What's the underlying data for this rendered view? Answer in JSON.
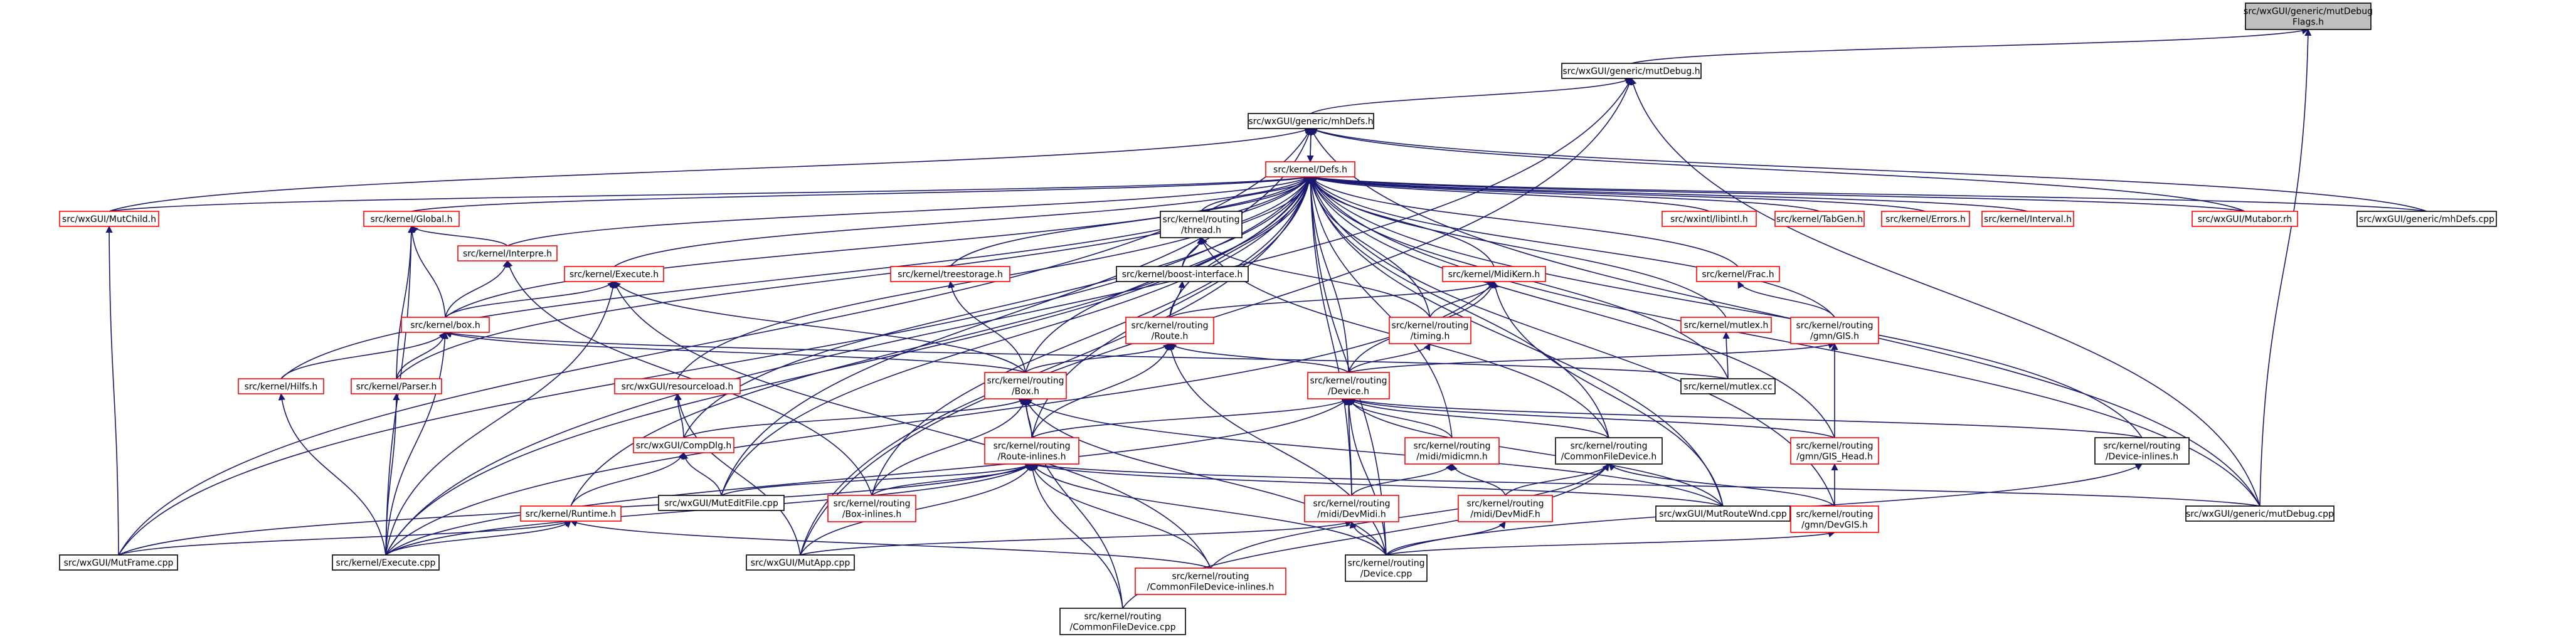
{
  "colors": {
    "edge": "#191970",
    "border_default": "#000000",
    "border_missing": "#ff0000",
    "fill_default": "#ffffff",
    "fill_focus": "#bfbfbf"
  },
  "nodes": [
    {
      "id": "n0",
      "lines": [
        "src/wxGUI/generic/mutDebug",
        "Flags.h"
      ],
      "style": "focus"
    },
    {
      "id": "n1",
      "lines": [
        "src/wxGUI/generic/mutDebug.h"
      ],
      "style": "normal"
    },
    {
      "id": "n2",
      "lines": [
        "src/wxGUI/generic/mhDefs.h"
      ],
      "style": "normal"
    },
    {
      "id": "n3",
      "lines": [
        "src/kernel/Defs.h"
      ],
      "style": "missing"
    },
    {
      "id": "n4",
      "lines": [
        "src/wxGUI/MutChild.h"
      ],
      "style": "missing"
    },
    {
      "id": "n5",
      "lines": [
        "src/kernel/Global.h"
      ],
      "style": "missing"
    },
    {
      "id": "n6",
      "lines": [
        "src/kernel/Interpre.h"
      ],
      "style": "missing"
    },
    {
      "id": "n7",
      "lines": [
        "src/kernel/Execute.h"
      ],
      "style": "missing"
    },
    {
      "id": "n8",
      "lines": [
        "src/kernel/box.h"
      ],
      "style": "missing"
    },
    {
      "id": "n9",
      "lines": [
        "src/kernel/Hilfs.h"
      ],
      "style": "missing"
    },
    {
      "id": "n10",
      "lines": [
        "src/kernel/Parser.h"
      ],
      "style": "missing"
    },
    {
      "id": "n11",
      "lines": [
        "src/wxGUI/resourceload.h"
      ],
      "style": "missing"
    },
    {
      "id": "n12",
      "lines": [
        "src/wxGUI/CompDlg.h"
      ],
      "style": "missing"
    },
    {
      "id": "n13",
      "lines": [
        "src/kernel/Runtime.h"
      ],
      "style": "missing"
    },
    {
      "id": "n14",
      "lines": [
        "src/wxGUI/MutFrame.cpp"
      ],
      "style": "normal"
    },
    {
      "id": "n15",
      "lines": [
        "src/kernel/Execute.cpp"
      ],
      "style": "normal"
    },
    {
      "id": "n16",
      "lines": [
        "src/kernel/treestorage.h"
      ],
      "style": "missing"
    },
    {
      "id": "n17",
      "lines": [
        "src/kernel/routing",
        "/thread.h"
      ],
      "style": "normal"
    },
    {
      "id": "n18",
      "lines": [
        "src/kernel/boost-interface.h"
      ],
      "style": "normal"
    },
    {
      "id": "n19",
      "lines": [
        "src/kernel/routing",
        "/Route.h"
      ],
      "style": "missing"
    },
    {
      "id": "n20",
      "lines": [
        "src/kernel/routing",
        "/Box.h"
      ],
      "style": "missing"
    },
    {
      "id": "n21",
      "lines": [
        "src/kernel/routing",
        "/Route-inlines.h"
      ],
      "style": "missing"
    },
    {
      "id": "n22",
      "lines": [
        "src/kernel/routing",
        "/Box-inlines.h"
      ],
      "style": "missing"
    },
    {
      "id": "n23",
      "lines": [
        "src/wxGUI/MutEditFile.cpp"
      ],
      "style": "normal"
    },
    {
      "id": "n24",
      "lines": [
        "src/wxGUI/MutApp.cpp"
      ],
      "style": "normal"
    },
    {
      "id": "n25",
      "lines": [
        "src/kernel/routing",
        "/CommonFileDevice-inlines.h"
      ],
      "style": "missing"
    },
    {
      "id": "n26",
      "lines": [
        "src/kernel/routing",
        "/CommonFileDevice.cpp"
      ],
      "style": "normal"
    },
    {
      "id": "n27",
      "lines": [
        "src/kernel/MidiKern.h"
      ],
      "style": "missing"
    },
    {
      "id": "n28",
      "lines": [
        "src/kernel/routing",
        "/timing.h"
      ],
      "style": "missing"
    },
    {
      "id": "n29",
      "lines": [
        "src/kernel/routing",
        "/Device.h"
      ],
      "style": "missing"
    },
    {
      "id": "n30",
      "lines": [
        "src/kernel/routing",
        "/midi/midicmn.h"
      ],
      "style": "missing"
    },
    {
      "id": "n31",
      "lines": [
        "src/kernel/routing",
        "/midi/DevMidi.h"
      ],
      "style": "missing"
    },
    {
      "id": "n32",
      "lines": [
        "src/kernel/routing",
        "/midi/DevMidF.h"
      ],
      "style": "missing"
    },
    {
      "id": "n33",
      "lines": [
        "src/kernel/routing",
        "/Device.cpp"
      ],
      "style": "normal"
    },
    {
      "id": "n34",
      "lines": [
        "src/kernel/routing",
        "/CommonFileDevice.h"
      ],
      "style": "normal"
    },
    {
      "id": "n35",
      "lines": [
        "src/wxGUI/MutRouteWnd.cpp"
      ],
      "style": "normal"
    },
    {
      "id": "n36",
      "lines": [
        "src/kernel/routing",
        "/gmn/DevGIS.h"
      ],
      "style": "missing"
    },
    {
      "id": "n37",
      "lines": [
        "src/kernel/routing",
        "/gmn/GIS_Head.h"
      ],
      "style": "missing"
    },
    {
      "id": "n38",
      "lines": [
        "src/kernel/routing",
        "/gmn/GIS.h"
      ],
      "style": "missing"
    },
    {
      "id": "n39",
      "lines": [
        "src/kernel/Frac.h"
      ],
      "style": "missing"
    },
    {
      "id": "n40",
      "lines": [
        "src/kernel/mutlex.h"
      ],
      "style": "missing"
    },
    {
      "id": "n41",
      "lines": [
        "src/kernel/mutlex.cc"
      ],
      "style": "normal"
    },
    {
      "id": "n42",
      "lines": [
        "src/kernel/routing",
        "/Device-inlines.h"
      ],
      "style": "normal"
    },
    {
      "id": "n43",
      "lines": [
        "src/wxGUI/generic/mutDebug.cpp"
      ],
      "style": "normal"
    },
    {
      "id": "n44",
      "lines": [
        "src/wxintl/libintl.h"
      ],
      "style": "missing"
    },
    {
      "id": "n45",
      "lines": [
        "src/kernel/TabGen.h"
      ],
      "style": "missing"
    },
    {
      "id": "n46",
      "lines": [
        "src/kernel/Errors.h"
      ],
      "style": "missing"
    },
    {
      "id": "n47",
      "lines": [
        "src/kernel/Interval.h"
      ],
      "style": "missing"
    },
    {
      "id": "n48",
      "lines": [
        "src/wxGUI/Mutabor.rh"
      ],
      "style": "missing"
    },
    {
      "id": "n49",
      "lines": [
        "src/wxGUI/generic/mhDefs.cpp"
      ],
      "style": "normal"
    }
  ],
  "edges": [
    [
      "n1",
      "n0"
    ],
    [
      "n43",
      "n0"
    ],
    [
      "n2",
      "n1"
    ],
    [
      "n15",
      "n1"
    ],
    [
      "n24",
      "n1"
    ],
    [
      "n43",
      "n1"
    ],
    [
      "n3",
      "n2"
    ],
    [
      "n4",
      "n2"
    ],
    [
      "n14",
      "n2"
    ],
    [
      "n23",
      "n2"
    ],
    [
      "n48",
      "n2"
    ],
    [
      "n49",
      "n2"
    ],
    [
      "n43",
      "n2"
    ],
    [
      "n2",
      "n3"
    ],
    [
      "n4",
      "n3"
    ],
    [
      "n5",
      "n3"
    ],
    [
      "n6",
      "n3"
    ],
    [
      "n7",
      "n3"
    ],
    [
      "n8",
      "n3"
    ],
    [
      "n9",
      "n3"
    ],
    [
      "n10",
      "n3"
    ],
    [
      "n11",
      "n3"
    ],
    [
      "n12",
      "n3"
    ],
    [
      "n13",
      "n3"
    ],
    [
      "n14",
      "n3"
    ],
    [
      "n15",
      "n3"
    ],
    [
      "n16",
      "n3"
    ],
    [
      "n17",
      "n3"
    ],
    [
      "n18",
      "n3"
    ],
    [
      "n19",
      "n3"
    ],
    [
      "n20",
      "n3"
    ],
    [
      "n21",
      "n3"
    ],
    [
      "n22",
      "n3"
    ],
    [
      "n23",
      "n3"
    ],
    [
      "n24",
      "n3"
    ],
    [
      "n27",
      "n3"
    ],
    [
      "n28",
      "n3"
    ],
    [
      "n29",
      "n3"
    ],
    [
      "n30",
      "n3"
    ],
    [
      "n31",
      "n3"
    ],
    [
      "n33",
      "n3"
    ],
    [
      "n35",
      "n3"
    ],
    [
      "n36",
      "n3"
    ],
    [
      "n37",
      "n3"
    ],
    [
      "n38",
      "n3"
    ],
    [
      "n39",
      "n3"
    ],
    [
      "n40",
      "n3"
    ],
    [
      "n41",
      "n3"
    ],
    [
      "n42",
      "n3"
    ],
    [
      "n44",
      "n3"
    ],
    [
      "n45",
      "n3"
    ],
    [
      "n46",
      "n3"
    ],
    [
      "n47",
      "n3"
    ],
    [
      "n48",
      "n3"
    ],
    [
      "n49",
      "n3"
    ],
    [
      "n43",
      "n3"
    ],
    [
      "n34",
      "n3"
    ],
    [
      "n14",
      "n4"
    ],
    [
      "n6",
      "n5"
    ],
    [
      "n8",
      "n5"
    ],
    [
      "n10",
      "n5"
    ],
    [
      "n15",
      "n5"
    ],
    [
      "n8",
      "n6"
    ],
    [
      "n22",
      "n6"
    ],
    [
      "n8",
      "n7"
    ],
    [
      "n15",
      "n7"
    ],
    [
      "n20",
      "n7"
    ],
    [
      "n25",
      "n7"
    ],
    [
      "n9",
      "n8"
    ],
    [
      "n10",
      "n8"
    ],
    [
      "n15",
      "n8"
    ],
    [
      "n20",
      "n8"
    ],
    [
      "n41",
      "n8"
    ],
    [
      "n15",
      "n9"
    ],
    [
      "n15",
      "n10"
    ],
    [
      "n12",
      "n11"
    ],
    [
      "n24",
      "n11"
    ],
    [
      "n13",
      "n12"
    ],
    [
      "n23",
      "n12"
    ],
    [
      "n14",
      "n13"
    ],
    [
      "n15",
      "n13"
    ],
    [
      "n25",
      "n13"
    ],
    [
      "n20",
      "n16"
    ],
    [
      "n18",
      "n17"
    ],
    [
      "n28",
      "n17"
    ],
    [
      "n34",
      "n17"
    ],
    [
      "n19",
      "n18"
    ],
    [
      "n20",
      "n19"
    ],
    [
      "n29",
      "n19"
    ],
    [
      "n21",
      "n19"
    ],
    [
      "n33",
      "n19"
    ],
    [
      "n21",
      "n20"
    ],
    [
      "n22",
      "n20"
    ],
    [
      "n12",
      "n20"
    ],
    [
      "n33",
      "n20"
    ],
    [
      "n35",
      "n20"
    ],
    [
      "n26",
      "n20"
    ],
    [
      "n22",
      "n21"
    ],
    [
      "n23",
      "n21"
    ],
    [
      "n14",
      "n21"
    ],
    [
      "n15",
      "n21"
    ],
    [
      "n24",
      "n21"
    ],
    [
      "n25",
      "n21"
    ],
    [
      "n26",
      "n21"
    ],
    [
      "n33",
      "n21"
    ],
    [
      "n35",
      "n21"
    ],
    [
      "n43",
      "n21"
    ],
    [
      "n19",
      "n27"
    ],
    [
      "n28",
      "n27"
    ],
    [
      "n29",
      "n27"
    ],
    [
      "n15",
      "n27"
    ],
    [
      "n35",
      "n27"
    ],
    [
      "n29",
      "n28"
    ],
    [
      "n21",
      "n29"
    ],
    [
      "n30",
      "n29"
    ],
    [
      "n31",
      "n29"
    ],
    [
      "n33",
      "n29"
    ],
    [
      "n34",
      "n29"
    ],
    [
      "n35",
      "n29"
    ],
    [
      "n37",
      "n29"
    ],
    [
      "n42",
      "n29"
    ],
    [
      "n15",
      "n29"
    ],
    [
      "n31",
      "n30"
    ],
    [
      "n32",
      "n30"
    ],
    [
      "n33",
      "n31"
    ],
    [
      "n24",
      "n31"
    ],
    [
      "n33",
      "n32"
    ],
    [
      "n25",
      "n34"
    ],
    [
      "n26",
      "n34"
    ],
    [
      "n32",
      "n34"
    ],
    [
      "n36",
      "n34"
    ],
    [
      "n33",
      "n36"
    ],
    [
      "n36",
      "n37"
    ],
    [
      "n29",
      "n38"
    ],
    [
      "n37",
      "n38"
    ],
    [
      "n38",
      "n39"
    ],
    [
      "n41",
      "n40"
    ],
    [
      "n33",
      "n42"
    ]
  ]
}
